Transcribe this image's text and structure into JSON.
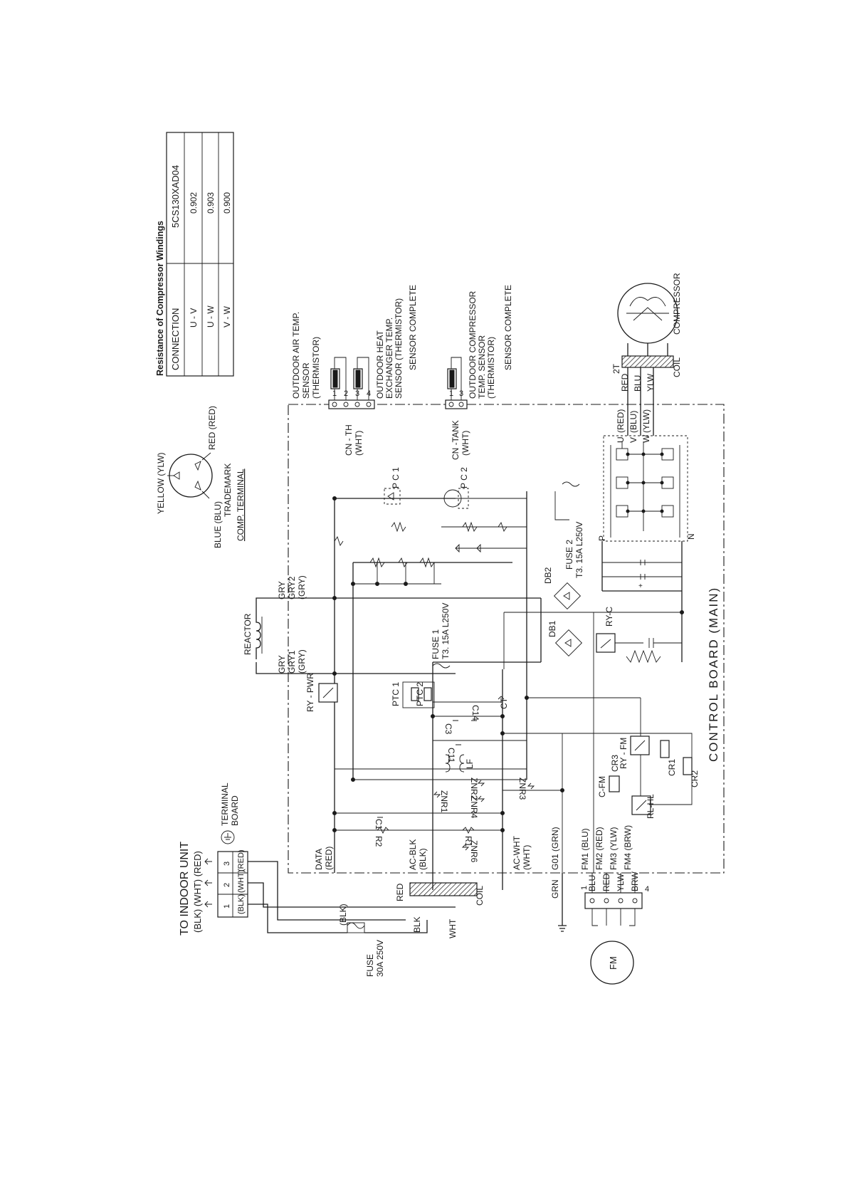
{
  "resistance_table": {
    "title": "Resistance of Compressor Windings",
    "col_connection": "CONNECTION",
    "col_model": "5CS130XAD04",
    "rows": [
      {
        "connection": "U - V",
        "value": "0.902"
      },
      {
        "connection": "U - W",
        "value": "0.903"
      },
      {
        "connection": "V - W",
        "value": "0.900"
      }
    ]
  },
  "comp_terminal": {
    "yellow": "YELLOW (YLW)",
    "red": "RED (RED)",
    "blue": "BLUE (BLU)",
    "trademark": "TRADEMARK",
    "title": "COMP. TERMINAL"
  },
  "sensors": {
    "air_line1": "OUTDOOR AIR TEMP.",
    "air_line2": "SENSOR",
    "air_line3": "(THERMISTOR)",
    "hex_line1": "OUTDOOR HEAT",
    "hex_line2": "EXCHANGER TEMP.",
    "hex_line3": "SENSOR (THERMISTOR)",
    "hex_line4": "SENSOR COMPLETE",
    "cn_th": "CN - TH",
    "cn_th_color": "(WHT)",
    "th_pins": [
      "1",
      "2",
      "3",
      "4"
    ],
    "comp_line1": "OUTDOOR COMPRESSOR",
    "comp_line2": "TEMP. SENSOR",
    "comp_line3": "(THERMISTOR)",
    "comp_line4": "SENSOR COMPLETE",
    "cn_tank": "CN -TANK",
    "cn_tank_color": "(WHT)",
    "tank_pins": [
      "1",
      "3"
    ]
  },
  "compressor": {
    "label": "COMPRESSOR",
    "coil": "COIL",
    "terminal": "2T",
    "wires": [
      "RED",
      "BLU",
      "YLW"
    ],
    "phases": [
      "U",
      "V",
      "W"
    ],
    "phase_colors": [
      "(RED)",
      "(BLU)",
      "(YLW)"
    ]
  },
  "board": {
    "title": "CONTROL BOARD (MAIN)",
    "reactor": "REACTOR",
    "gry": "GRY",
    "gry1": "GRY1",
    "gry1_color": "(GRY)",
    "gry2": "GRY2",
    "gry2_color": "(GRY)",
    "ry_pwr": "RY - PWR",
    "ry_c": "RY-C",
    "ry_fm": "RY - FM",
    "rl_hl": "RL-HL",
    "fuse1": "FUSE 1",
    "fuse1_rating": "T3. 15A  L250V",
    "fuse2": "FUSE 2",
    "fuse2_rating": "T3. 15A L250V",
    "ptc1": "PTC 1",
    "ptc2": "PTC 2",
    "pc1": "P C 1",
    "pc2": "P C 2",
    "db1": "DB1",
    "db2": "DB2",
    "c1": "C1",
    "c3": "C3",
    "c11": "C11",
    "c14": "C14",
    "c_fm": "C-FM",
    "ct": "CT",
    "lf": "LF",
    "r1": "R1",
    "r2": "R2",
    "cr1": "CR1",
    "cr2": "CR2",
    "cr3": "CR3",
    "znr1": "ZNR1",
    "znr2": "ZNR2",
    "znr3": "ZNR3",
    "znr4": "ZNR4",
    "znr6": "ZNR6",
    "p": "P",
    "n": "N",
    "data": "DATA",
    "data_color": "(RED)",
    "ac_blk": "AC-BLK",
    "ac_blk_color": "(BLK)",
    "ac_wht": "AC-WHT",
    "ac_wht_color": "(WHT)",
    "g01": "G01 (GRN)",
    "fm1": "FM1 (BLU)",
    "fm2": "FM2 (RED)",
    "fm3": "FM3 (YLW)",
    "fm4": "FM4 (BRW)"
  },
  "external": {
    "to_indoor": "TO INDOOR UNIT",
    "to_indoor_colors": "(BLK) (WHT) (RED)",
    "terminal_board": "TERMINAL",
    "terminal_board2": "BOARD",
    "tb_pins": [
      "1",
      "2",
      "3"
    ],
    "tb_colors": [
      "(BLK)",
      "(WHT)",
      "(RED)"
    ],
    "fuse_main": "FUSE",
    "fuse_main_rating": "30A  250V",
    "blk_paren": "(BLK)",
    "coil": "COIL",
    "red": "RED",
    "blk": "BLK",
    "wht": "WHT",
    "grn": "GRN",
    "fan_motor": "FM",
    "fan_pins": [
      "1",
      "4"
    ],
    "fan_wires": [
      "BLU",
      "RED",
      "YLW",
      "BRW"
    ]
  }
}
